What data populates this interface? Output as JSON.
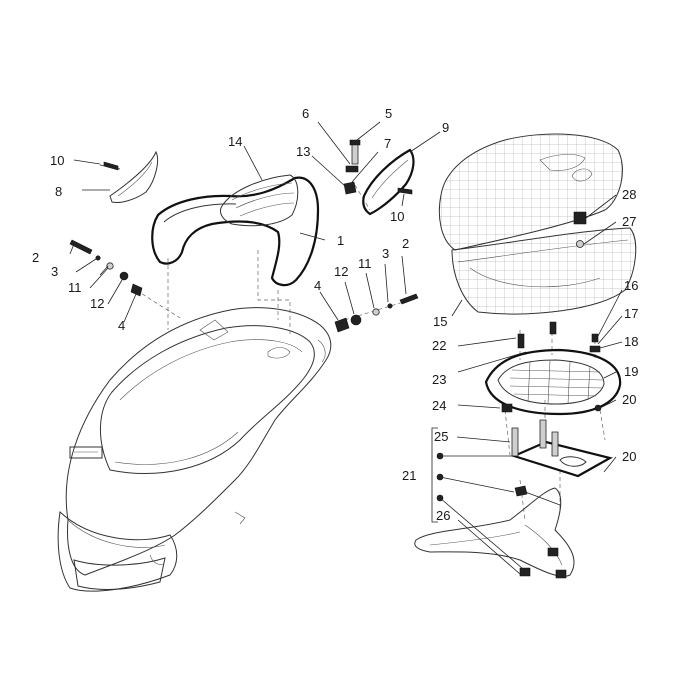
{
  "labels": {
    "n1": "1",
    "n2a": "2",
    "n2b": "2",
    "n3a": "3",
    "n3b": "3",
    "n4a": "4",
    "n4b": "4",
    "n5": "5",
    "n6": "6",
    "n7": "7",
    "n8": "8",
    "n9": "9",
    "n10a": "10",
    "n10b": "10",
    "n11a": "11",
    "n11b": "11",
    "n12a": "12",
    "n12b": "12",
    "n13": "13",
    "n14": "14",
    "n15": "15",
    "n16": "16",
    "n17": "17",
    "n18": "18",
    "n19": "19",
    "n20a": "20",
    "n20b": "20",
    "n21": "21",
    "n22": "22",
    "n23": "23",
    "n24": "24",
    "n25": "25",
    "n26": "26",
    "n27": "27",
    "n28": "28"
  }
}
